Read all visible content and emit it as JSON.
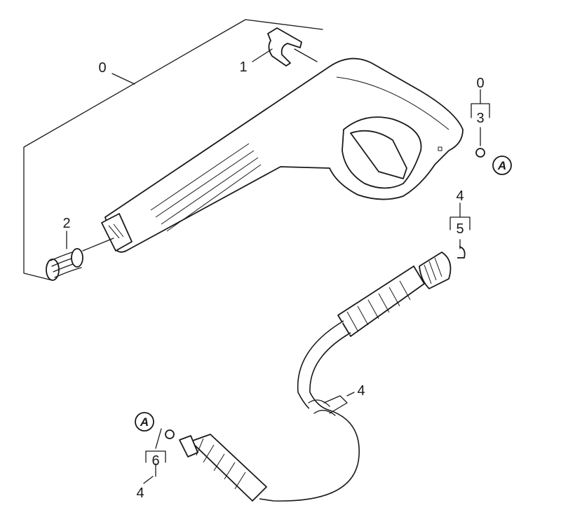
{
  "labels": {
    "l0": "0",
    "l1": "1",
    "l2": "2",
    "l0b": "0",
    "l3": "3",
    "l4a": "4",
    "l5": "5",
    "l4b": "4",
    "l6": "6",
    "l4c": "4"
  },
  "markers": {
    "a_right": "A",
    "a_left": "A"
  }
}
